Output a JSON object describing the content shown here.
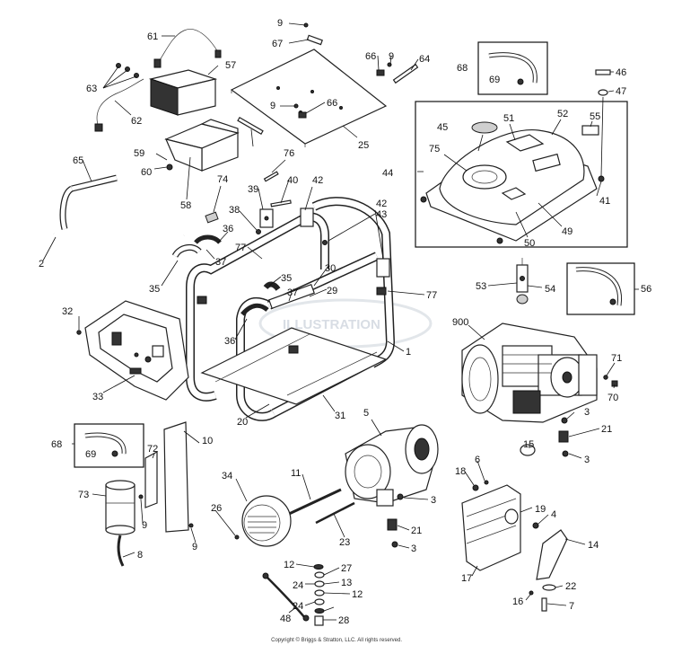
{
  "labels": [
    "9",
    "67",
    "66",
    "9",
    "64",
    "68",
    "69",
    "46",
    "47",
    "61",
    "57",
    "63",
    "62",
    "9",
    "66",
    "25",
    "45",
    "51",
    "52",
    "55",
    "75",
    "44",
    "41",
    "50",
    "49",
    "59",
    "60",
    "58",
    "65",
    "76",
    "40",
    "42",
    "74",
    "39",
    "38",
    "36",
    "37",
    "77",
    "42",
    "43",
    "2",
    "35",
    "35",
    "37",
    "30",
    "29",
    "77",
    "36",
    "53",
    "54",
    "56",
    "32",
    "900",
    "71",
    "70",
    "33",
    "1",
    "20",
    "31",
    "5",
    "3",
    "21",
    "3",
    "68",
    "69",
    "72",
    "10",
    "15",
    "11",
    "34",
    "26",
    "73",
    "9",
    "9",
    "8",
    "18",
    "6",
    "3",
    "21",
    "23",
    "19",
    "4",
    "3",
    "14",
    "12",
    "27",
    "24",
    "13",
    "12",
    "24",
    "28",
    "48",
    "17",
    "22",
    "16",
    "7"
  ],
  "watermark": "ILLUSTRATION",
  "copyright": "Copyright © Briggs & Stratton, LLC. All rights reserved.",
  "colors": {
    "line": "#222222",
    "background": "#ffffff",
    "watermark": "#d8dde4"
  }
}
